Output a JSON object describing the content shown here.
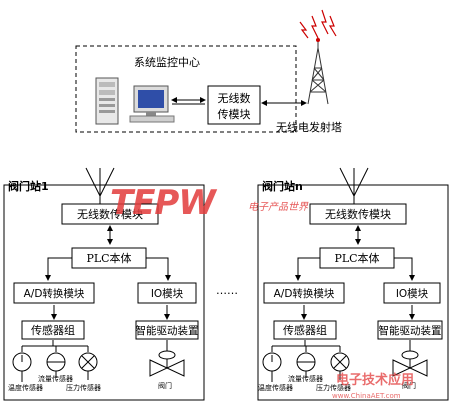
{
  "center": {
    "title": "系统监控中心",
    "modem_line1": "无线数",
    "modem_line2": "传模块",
    "tower_label": "无线电发射塔"
  },
  "stations": [
    {
      "title": "阀门站1",
      "radio": "无线数传模块",
      "plc": "PLC本体",
      "ad": "A/D转换模块",
      "io": "IO模块",
      "sensors": "传感器组",
      "driver": "智能驱动装置",
      "temp": "温度传感器",
      "flow": "流量传感器",
      "pressure": "压力传感器",
      "valve": "阀门"
    },
    {
      "title": "阀门站n",
      "radio": "无线数传模块",
      "plc": "PLC本体",
      "ad": "A/D转换模块",
      "io": "IO模块",
      "sensors": "传感器组",
      "driver": "智能驱动装置",
      "temp": "温度传感器",
      "flow": "流量传感器",
      "pressure": "压力传感器",
      "valve": "阀门"
    }
  ],
  "ellipsis": "……",
  "watermarks": {
    "tepw_logo": "TEPW",
    "tepw_sub": "电子产品世界",
    "bottom_right": "电子技术应用",
    "bottom_right_sub": "www.ChinaAET.com"
  },
  "colors": {
    "line": "#000000",
    "watermark_red": "#e23b3b",
    "tower_red": "#cc0000"
  }
}
